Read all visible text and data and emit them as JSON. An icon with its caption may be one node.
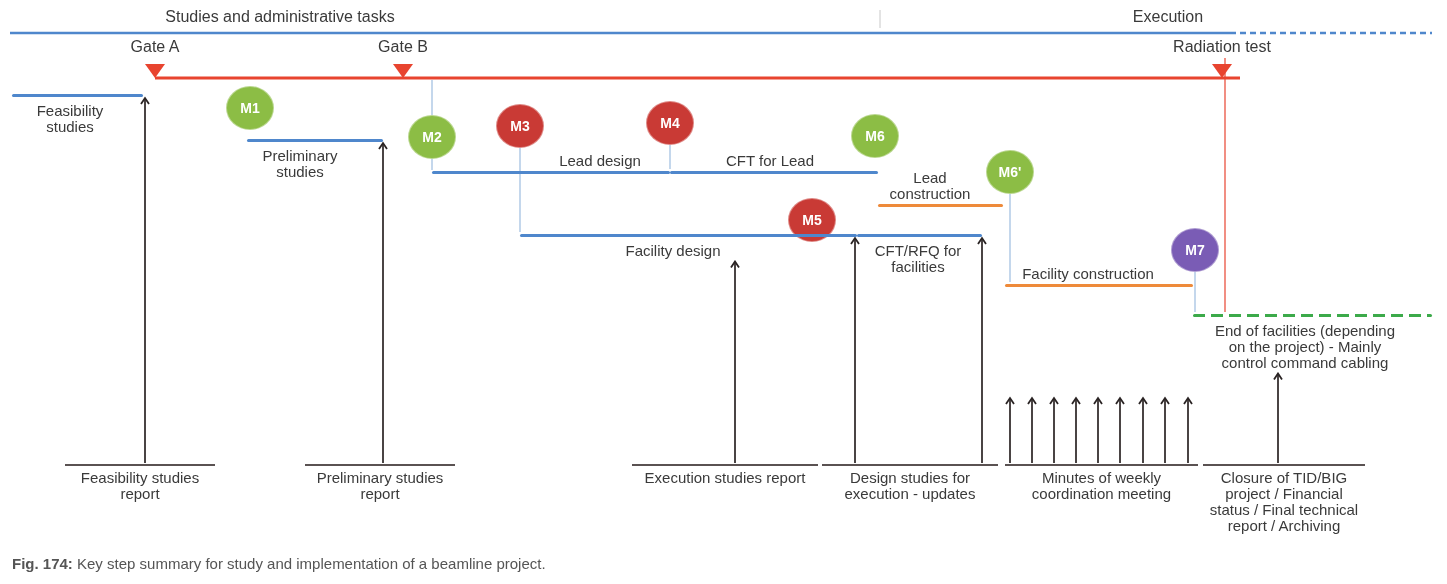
{
  "diagram": {
    "caption": "**Fig. 174:** Key step summary for study and implementation of a beamline project.",
    "nodes": [
      {
        "text": [
          "M1"
        ]
      },
      {
        "text": [
          "M2"
        ]
      },
      {
        "text": [
          "M3"
        ]
      },
      {
        "text": [
          "M4"
        ]
      },
      {
        "text": [
          "M5"
        ]
      },
      {
        "text": [
          "M6"
        ]
      },
      {
        "text": [
          "M6'"
        ]
      },
      {
        "text": [
          "M7"
        ]
      },
      {
        "text": [
          "Feasibility studies"
        ]
      },
      {
        "text": [
          "Preliminary studies"
        ]
      },
      {
        "text": [
          "Lead design"
        ]
      },
      {
        "text": [
          "CFT for Lead"
        ]
      },
      {
        "text": [
          "Facility design"
        ]
      },
      {
        "text": [
          "CFT/RFQ for facilities"
        ]
      },
      {
        "text": [
          "Lead construction"
        ]
      },
      {
        "text": [
          "Facility construction"
        ]
      },
      {
        "text": [
          "End of facilities (depending on the project) - Mainly control command cabling"
        ]
      },
      {
        "text": [
          "Feasibility studies report"
        ]
      },
      {
        "text": [
          "Preliminary studies report"
        ]
      },
      {
        "text": [
          "Execution studies report"
        ]
      },
      {
        "text": [
          "Design studies for execution - updates"
        ]
      },
      {
        "text": [
          "Minutes of weekly coordination meeting"
        ]
      },
      {
        "text": [
          "Closure of TID/BIG project / Financial status / Final technical report / Archiving"
        ]
      },
      {
        "text": [
          "Radiation test"
        ]
      }
    ],
    "edges": [
      {
        "from": 17,
        "to": 8,
        "arrow": "to"
      },
      {
        "from": 18,
        "to": 9,
        "arrow": "to"
      },
      {
        "from": 19,
        "to": 12,
        "arrow": "to"
      },
      {
        "from": 20,
        "to": 13,
        "arrow": "to"
      },
      {
        "from": 20,
        "to": 13,
        "arrow": "to"
      },
      {
        "from": 21,
        "to": null,
        "arrow": "to"
      },
      {
        "from": 21,
        "to": null,
        "arrow": "to"
      },
      {
        "from": 21,
        "to": null,
        "arrow": "to"
      },
      {
        "from": 21,
        "to": null,
        "arrow": "to"
      },
      {
        "from": 21,
        "to": null,
        "arrow": "to"
      },
      {
        "from": 21,
        "to": null,
        "arrow": "to"
      },
      {
        "from": 21,
        "to": null,
        "arrow": "to"
      },
      {
        "from": 21,
        "to": null,
        "arrow": "to"
      },
      {
        "from": 21,
        "to": null,
        "arrow": "to"
      },
      {
        "from": 22,
        "to": 16,
        "arrow": "to"
      },
      {
        "from": 2,
        "to": 12,
        "arrow": "none",
        "color": "#9dbde0"
      },
      {
        "from": 3,
        "to": 10,
        "arrow": "none",
        "color": "#9dbde0"
      },
      {
        "from": 6,
        "to": 15,
        "arrow": "none",
        "color": "#9dbde0"
      },
      {
        "from": 7,
        "to": 16,
        "arrow": "none",
        "color": "#9dbde0"
      },
      {
        "from": 23,
        "to": 16,
        "arrow": "none",
        "color": "#e8442f"
      }
    ],
    "labels": [
      "Studies and administrative tasks",
      "Execution",
      "Gate A",
      "Gate B"
    ]
  }
}
